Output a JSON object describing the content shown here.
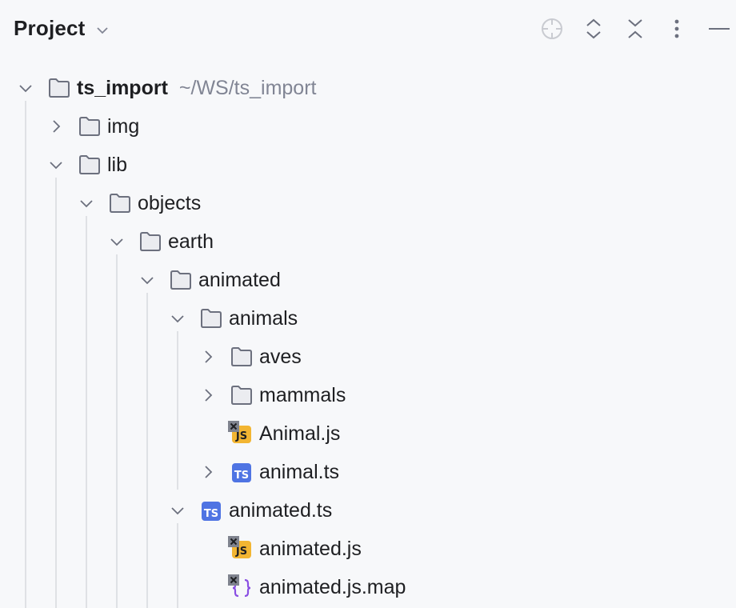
{
  "header": {
    "title": "Project",
    "actions": [
      {
        "name": "locate-icon",
        "label": "Select Opened File"
      },
      {
        "name": "expand-all-icon",
        "label": "Expand All"
      },
      {
        "name": "collapse-all-icon",
        "label": "Collapse All"
      },
      {
        "name": "more-options-icon",
        "label": "Options"
      },
      {
        "name": "hide-icon",
        "label": "Hide"
      }
    ]
  },
  "tree": {
    "root": {
      "label": "ts_import",
      "path": "~/WS/ts_import"
    },
    "items": [
      {
        "label": "img"
      },
      {
        "label": "lib"
      },
      {
        "label": "objects"
      },
      {
        "label": "earth"
      },
      {
        "label": "animated"
      },
      {
        "label": "animals"
      },
      {
        "label": "aves"
      },
      {
        "label": "mammals"
      },
      {
        "label": "Animal.js",
        "type": "js",
        "excluded": true
      },
      {
        "label": "animal.ts",
        "type": "ts"
      },
      {
        "label": "animated.ts",
        "type": "ts"
      },
      {
        "label": "animated.js",
        "type": "js",
        "excluded": true
      },
      {
        "label": "animated.js.map",
        "type": "map",
        "excluded": true
      }
    ]
  },
  "badges": {
    "js": "JS",
    "ts": "TS",
    "map": "{}"
  },
  "colors": {
    "background": "#f7f8fa",
    "js_badge": "#f2b532",
    "ts_badge": "#4f74e3",
    "map_braces": "#8a4fe3",
    "guide": "#dfe1e5",
    "muted_text": "#818594",
    "icon_gray": "#6c707e"
  }
}
